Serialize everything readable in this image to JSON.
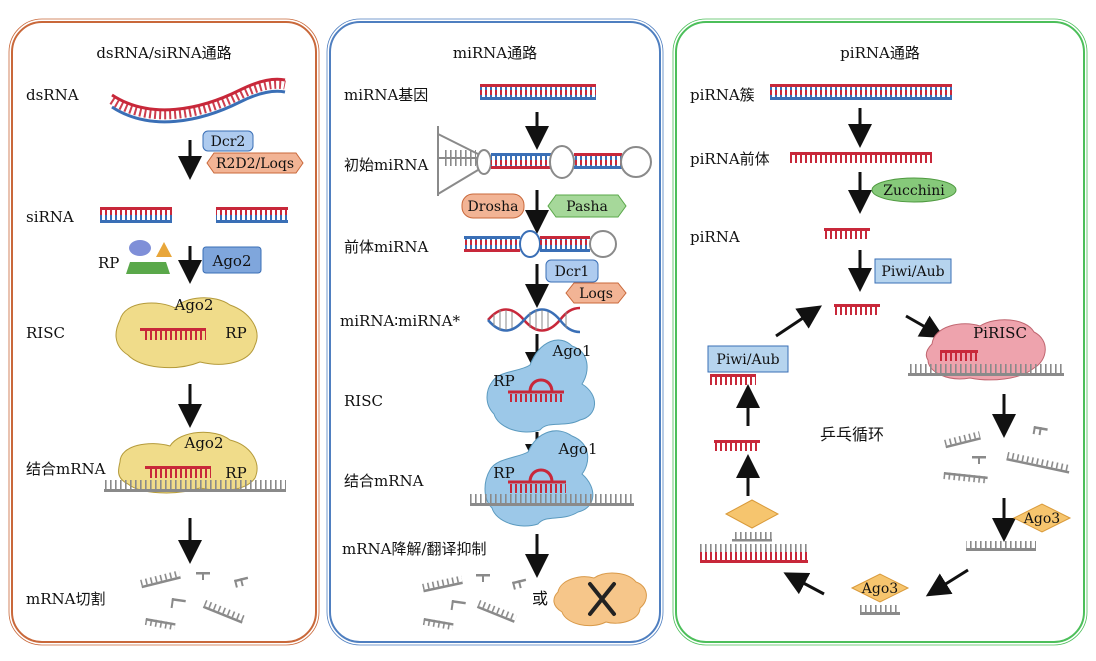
{
  "panels": {
    "sirna": {
      "title": "dsRNA/siRNA通路",
      "labels": {
        "dsrna": "dsRNA",
        "sirna": "siRNA",
        "rp": "RP",
        "risc": "RISC",
        "bind": "结合mRNA",
        "cleave": "mRNA切割"
      },
      "proteins": {
        "dcr2": "Dcr2",
        "r2d2": "R2D2/Loqs",
        "ago2_box": "Ago2",
        "ago2_risc": "Ago2",
        "rp_risc": "RP",
        "ago2_bind": "Ago2",
        "rp_bind": "RP"
      }
    },
    "mirna": {
      "title": "miRNA通路",
      "labels": {
        "gene": "miRNA基因",
        "primary": "初始miRNA",
        "precursor": "前体miRNA",
        "duplex": "miRNA∶miRNA*",
        "risc": "RISC",
        "bind": "结合mRNA",
        "outcome": "mRNA降解/翻译抑制",
        "or": "或"
      },
      "proteins": {
        "drosha": "Drosha",
        "pasha": "Pasha",
        "dcr1": "Dcr1",
        "loqs": "Loqs",
        "ago1_risc": "Ago1",
        "rp_risc": "RP",
        "ago1_bind": "Ago1",
        "rp_bind": "RP"
      }
    },
    "pirna": {
      "title": "piRNA通路",
      "labels": {
        "cluster": "piRNA簇",
        "precursor": "piRNA前体",
        "pirna": "piRNA",
        "cycle": "乒乓循环"
      },
      "proteins": {
        "zucchini": "Zucchini",
        "piwi_aub_1": "Piwi/Aub",
        "pirisc": "PiRISC",
        "piwi_aub_2": "Piwi/Aub",
        "ago3_1": "Ago3",
        "ago3_2": "Ago3"
      }
    }
  },
  "colors": {
    "sirna_border": "#c9683a",
    "mirna_border": "#4f7fc0",
    "pirna_border": "#4cbf5a",
    "rna_red": "#c8283a",
    "rna_blue": "#3a6fb6",
    "mrna_gray": "#8a8a8a",
    "ago2_fill": "#f0dc8a",
    "ago1_fill": "#9cc8e8",
    "pirisc_fill": "#eea3ad",
    "ago3_fill": "#f6c56e",
    "piwi_fill": "#b6d4ee",
    "dcr_fill": "#aecbef",
    "r2d2_fill": "#f2b495",
    "pasha_fill": "#a6d89a",
    "zucchini_fill": "#86c97a",
    "rp_green": "#5aa84a",
    "rp_purple": "#7f8fd8",
    "rp_orange": "#e8a63a"
  }
}
